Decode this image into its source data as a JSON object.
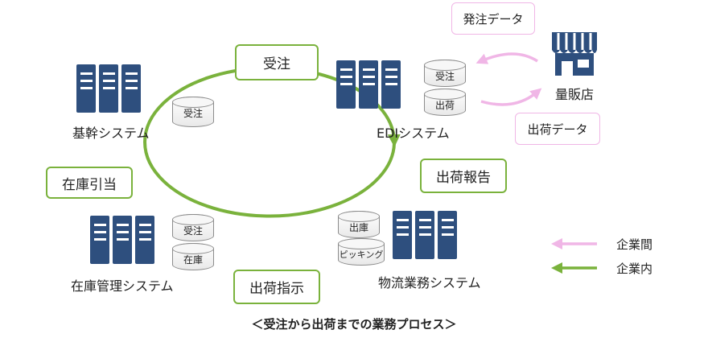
{
  "systems": {
    "kikan": "基幹システム",
    "edi": "EDIシステム",
    "zaiko": "在庫管理システム",
    "butsuryu": "物流業務システム"
  },
  "steps": {
    "juchu": "受注",
    "shukka_houkoku": "出荷報告",
    "shukka_shiji": "出荷指示",
    "zaiko_hikiate": "在庫引当"
  },
  "databases": {
    "kikan_juchu": "受注",
    "edi_juchu": "受注",
    "edi_shukka": "出荷",
    "zaiko_juchu": "受注",
    "zaiko_zaiko": "在庫",
    "butsuryu_shukko": "出庫",
    "butsuryu_picking": "ピッキング"
  },
  "external": {
    "store": "量販店",
    "order_data": "発注データ",
    "shipment_data": "出荷データ"
  },
  "legend": {
    "inter": "企業間",
    "intra": "企業内"
  },
  "colors": {
    "server": "#2e4f7e",
    "intra_arrow": "#7ab23c",
    "inter_arrow": "#f0b6e6"
  },
  "caption": "＜受注から出荷までの業務プロセス＞"
}
